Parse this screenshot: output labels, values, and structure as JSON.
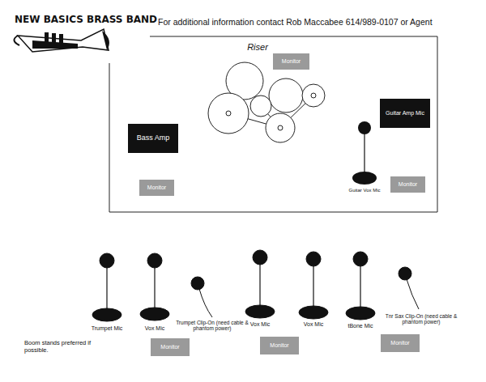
{
  "diagram": {
    "title": "NEW BASICS BRASS BAND",
    "nodes": [
      {
        "text": [
          "Monitor"
        ]
      },
      {
        "text": [
          "Guitar Amp Mic"
        ]
      },
      {
        "text": [
          "Bass Amp"
        ]
      },
      {
        "text": [
          "Monitor"
        ]
      },
      {
        "text": [
          "Monitor"
        ]
      },
      {
        "text": [
          "Monitor"
        ]
      },
      {
        "text": [
          "Monitor"
        ]
      },
      {
        "text": [
          "Monitor"
        ]
      }
    ],
    "labels": [
      "For additional information contact Rob Maccabee 614/989-0107 or Agent",
      "Riser",
      "Guitar Vox Mic",
      "Trumpet Mic",
      "Vox Mic",
      "Trumpet Clip-On (need cable & phantom power)",
      "Vox Mic",
      "Vox Mic",
      "tBone Mic",
      "Tnr Sax Clip-On (need cable & phantom power)",
      "Boom stands preferred if possible."
    ]
  }
}
